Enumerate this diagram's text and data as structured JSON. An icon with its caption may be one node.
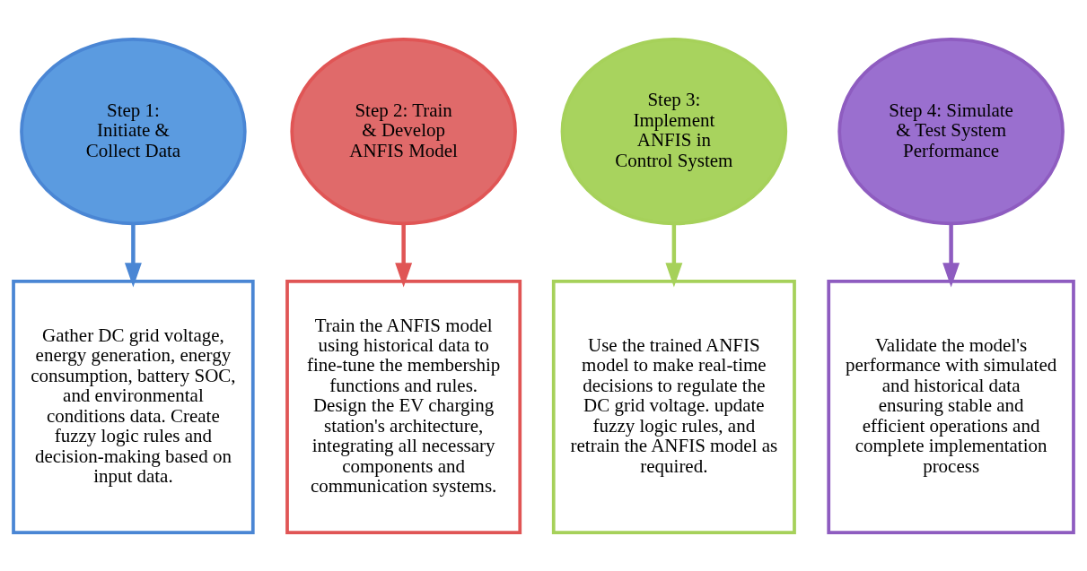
{
  "diagram": {
    "nodes": [
      {
        "text": [
          "Step 1: Initiate & Collect Data"
        ]
      },
      {
        "text": [
          "Step 2: Train & Develop ANFIS Model"
        ]
      },
      {
        "text": [
          "Step 3: Implement ANFIS in Control System"
        ]
      },
      {
        "text": [
          "Step 4: Simulate & Test System Performance"
        ]
      },
      {
        "text": [
          "Gather DC grid voltage, energy generation, energy consumption, battery SOC, and environmental conditions data. Create fuzzy logic rules and decision-making based on input data."
        ]
      },
      {
        "text": [
          "Train the ANFIS model using historical data to fine-tune the membership functions and rules. Design the EV charging station's architecture, integrating all necessary components and communication systems."
        ]
      },
      {
        "text": [
          "Use the trained ANFIS model to make real-time decisions to regulate the DC grid voltage. update fuzzy logic rules, and retrain the ANFIS model as required."
        ]
      },
      {
        "text": [
          "Validate the model's performance with simulated and historical data ensuring stable and efficient operations and complete implementation process"
        ]
      }
    ],
    "edges": [
      {
        "from": 0,
        "to": 4,
        "arrow": "to",
        "color": "#4a86d4"
      },
      {
        "from": 1,
        "to": 5,
        "arrow": "to",
        "color": "#e05555"
      },
      {
        "from": 2,
        "to": 6,
        "arrow": "to",
        "color": "#a6d15a"
      },
      {
        "from": 3,
        "to": 7,
        "arrow": "to",
        "color": "#8e5cc0"
      }
    ]
  }
}
